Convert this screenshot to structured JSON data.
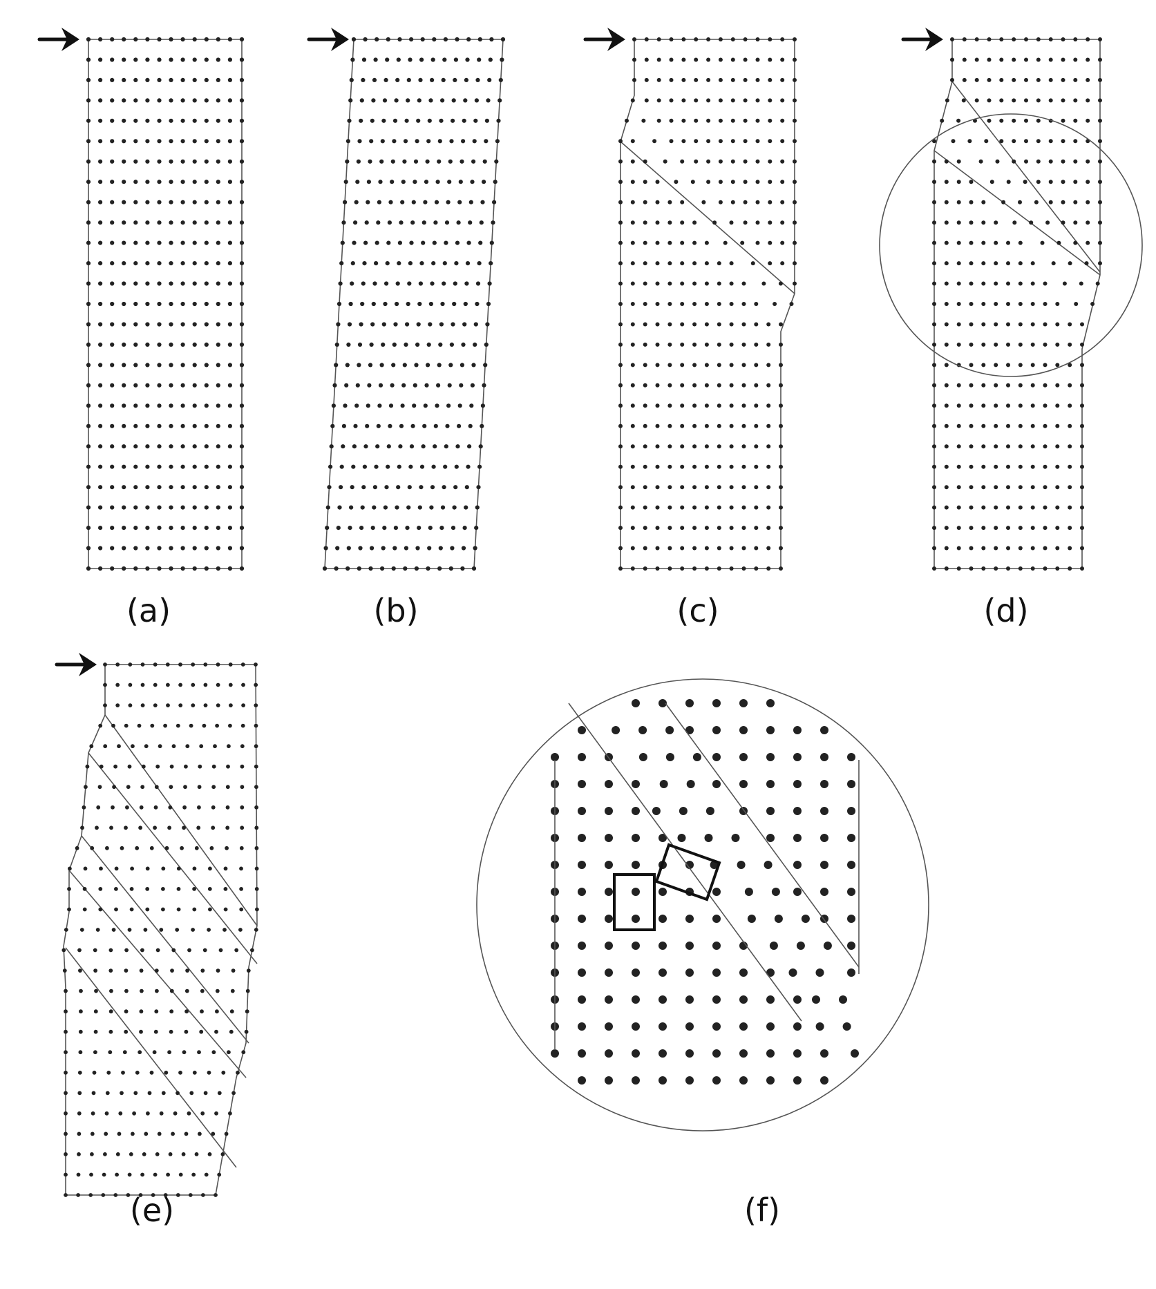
{
  "figure": {
    "panels": [
      {
        "id": "a",
        "label": "(a)"
      },
      {
        "id": "b",
        "label": "(b)"
      },
      {
        "id": "c",
        "label": "(c)"
      },
      {
        "id": "d",
        "label": "(d)"
      },
      {
        "id": "e",
        "label": "(e)"
      },
      {
        "id": "f",
        "label": "(f)"
      }
    ]
  },
  "colors": {
    "dot": "#222222",
    "outline": "#555555",
    "arrow": "#111111",
    "unit_cell": "#111111",
    "background": "#ffffff"
  },
  "icons": [
    "arrow-icon"
  ]
}
